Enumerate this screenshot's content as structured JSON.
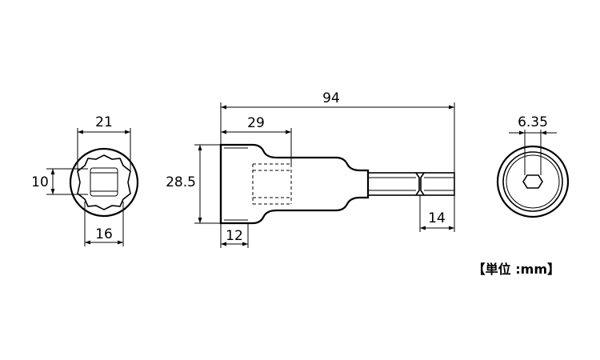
{
  "dimensions": {
    "front_width": "21",
    "front_height": "10",
    "front_inner": "16",
    "total_length": "94",
    "socket_length": "29",
    "outer_diameter": "28.5",
    "socket_depth": "12",
    "shank_length": "14",
    "hex_size": "6.35"
  },
  "unit_label": "【単位 :mm】"
}
